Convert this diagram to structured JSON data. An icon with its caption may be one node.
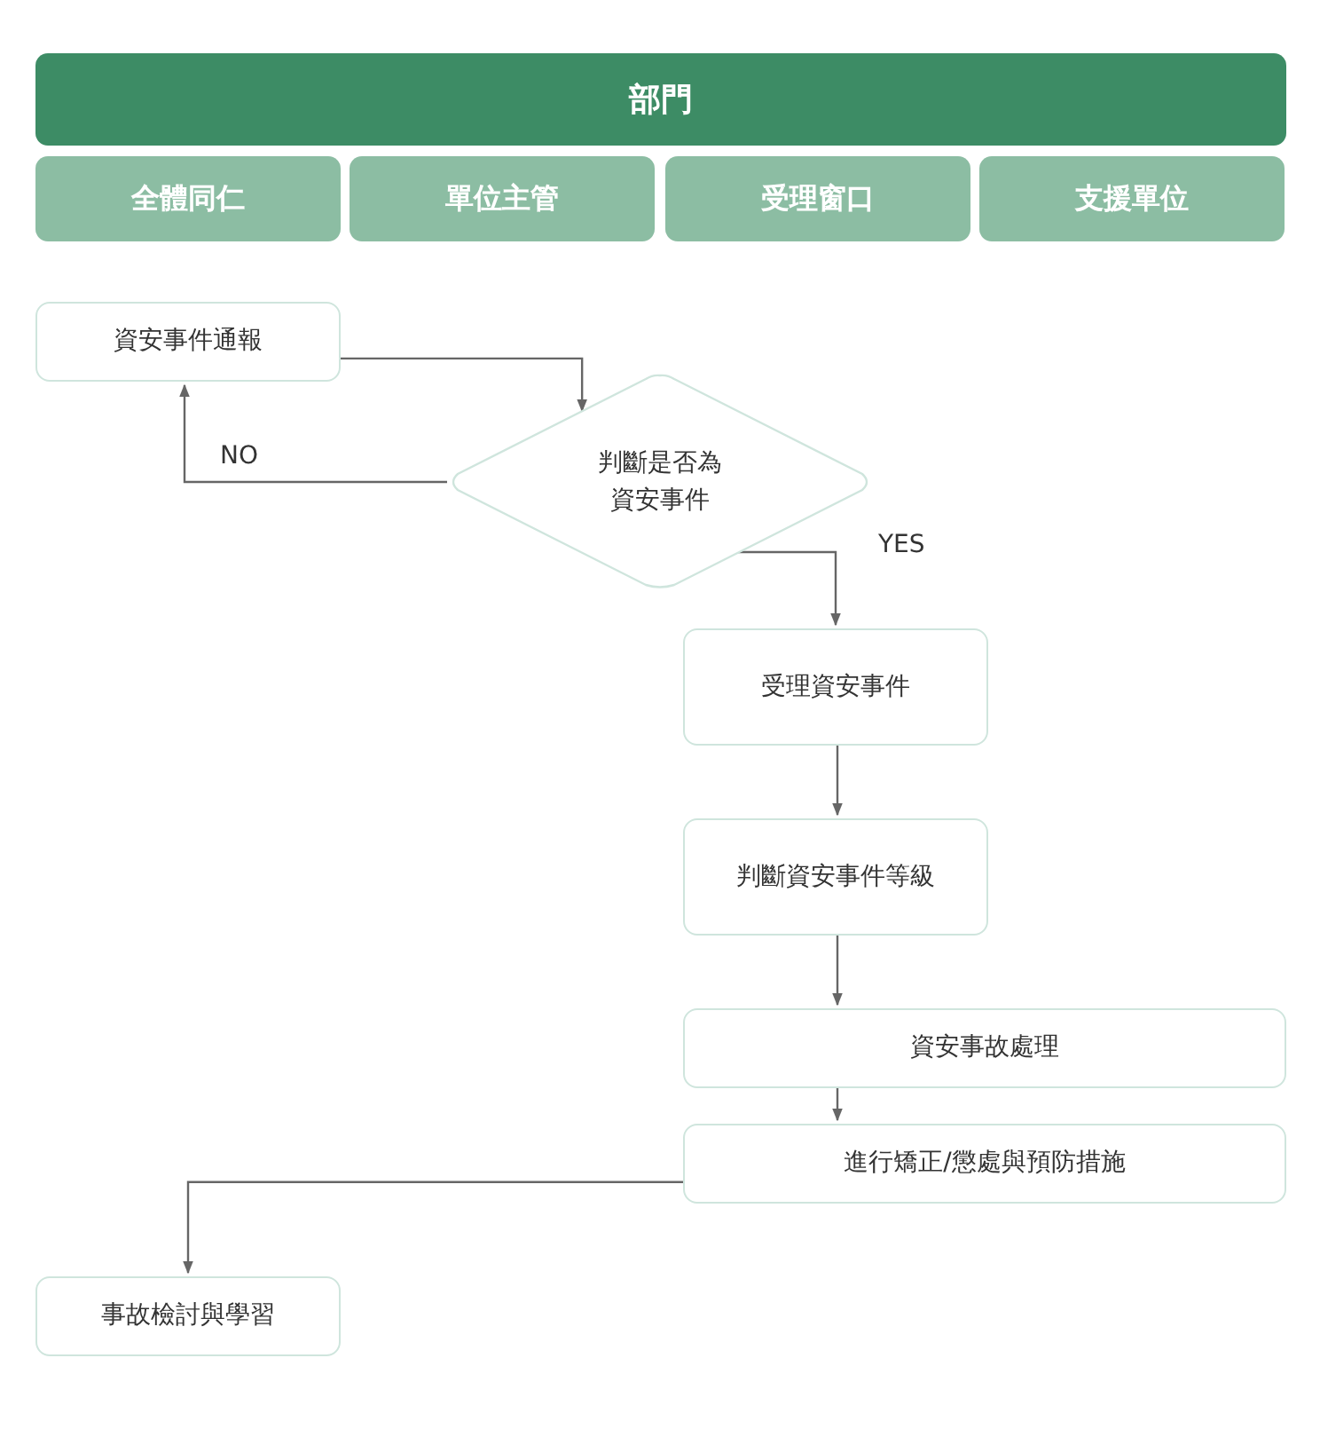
{
  "diagram": {
    "nodes": [
      {
        "text": [
          "部門"
        ]
      },
      {
        "text": [
          "全體同仁"
        ]
      },
      {
        "text": [
          "單位主管"
        ]
      },
      {
        "text": [
          "受理窗口"
        ]
      },
      {
        "text": [
          "支援單位"
        ]
      },
      {
        "text": [
          "資安事件通報"
        ]
      },
      {
        "text": [
          "判斷是否為資安事件"
        ]
      },
      {
        "text": [
          "受理資安事件"
        ]
      },
      {
        "text": [
          "判斷資安事件等級"
        ]
      },
      {
        "text": [
          "資安事故處理"
        ]
      },
      {
        "text": [
          "進行矯正/懲處與預防措施"
        ]
      },
      {
        "text": [
          "事故檢討與學習"
        ]
      }
    ],
    "edges": [
      {
        "from": 5,
        "to": 6,
        "arrow": "to"
      },
      {
        "from": 6,
        "to": 5,
        "arrow": "to",
        "label": "NO"
      },
      {
        "from": 6,
        "to": 7,
        "arrow": "to",
        "label": "YES"
      },
      {
        "from": 7,
        "to": 8,
        "arrow": "to"
      },
      {
        "from": 8,
        "to": 9,
        "arrow": "to"
      },
      {
        "from": 9,
        "to": 10,
        "arrow": "to"
      },
      {
        "from": 10,
        "to": 11,
        "arrow": "to"
      }
    ]
  }
}
